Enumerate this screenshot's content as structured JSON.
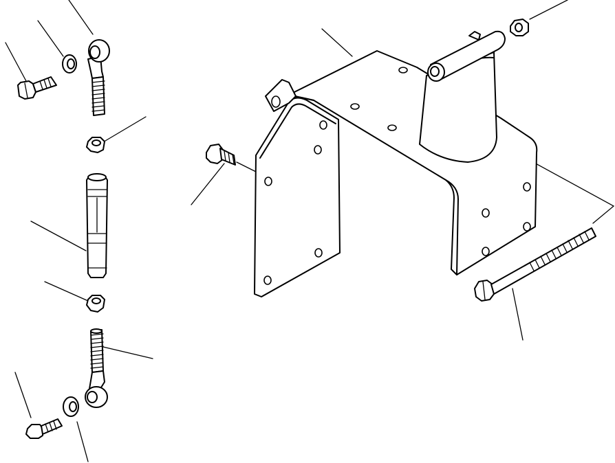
{
  "diagram": {
    "kind": "exploded-parts-view",
    "ink_color": "#000000",
    "background_color": "#ffffff",
    "parts": [
      {
        "id": "bolt-upper-left",
        "icon": "hex-bolt-icon"
      },
      {
        "id": "washer-upper-left",
        "icon": "washer-icon"
      },
      {
        "id": "ball-joint-upper",
        "icon": "rod-end-icon"
      },
      {
        "id": "nut-upper",
        "icon": "hex-nut-icon"
      },
      {
        "id": "turnbuckle-rod",
        "icon": "rod-icon"
      },
      {
        "id": "nut-lower",
        "icon": "hex-nut-icon"
      },
      {
        "id": "ball-joint-lower",
        "icon": "rod-end-icon"
      },
      {
        "id": "washer-lower-left",
        "icon": "washer-icon"
      },
      {
        "id": "bolt-lower-left",
        "icon": "hex-bolt-icon"
      },
      {
        "id": "bracket",
        "icon": "bracket-icon"
      },
      {
        "id": "bracket-mount-bolt",
        "icon": "hex-bolt-icon"
      },
      {
        "id": "pivot-lever",
        "icon": "lever-icon"
      },
      {
        "id": "flange-nut",
        "icon": "flange-nut-icon"
      },
      {
        "id": "long-pivot-bolt",
        "icon": "long-bolt-icon"
      }
    ]
  }
}
